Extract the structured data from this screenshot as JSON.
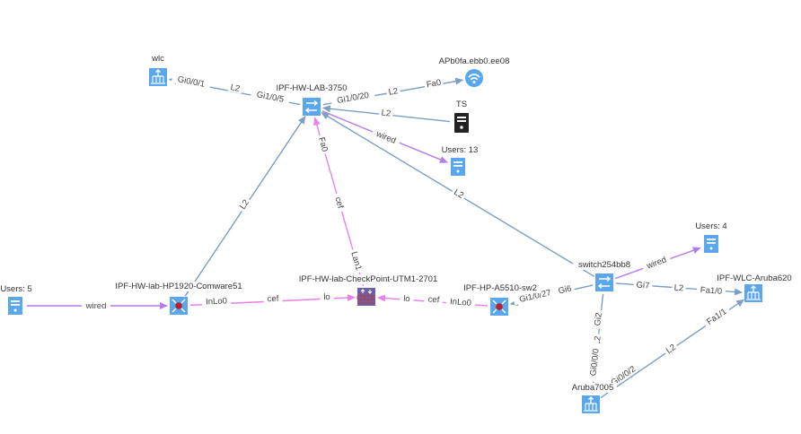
{
  "colors": {
    "l2": "#7c9fc6",
    "wired": "#b57de6",
    "cef": "#ea7ff0",
    "node": "#5aa7ee",
    "node_dark": "#222222",
    "firewall": "#6b5fa8"
  },
  "nodes": [
    {
      "id": "wlc",
      "label": "wlc",
      "icon": "wlc-icon"
    },
    {
      "id": "core",
      "label": "IPF-HW-LAB-3750",
      "icon": "switch-icon"
    },
    {
      "id": "ap",
      "label": "APb0fa.ebb0.ee08",
      "icon": "wifi-icon"
    },
    {
      "id": "ts",
      "label": "TS",
      "icon": "server-icon"
    },
    {
      "id": "users13",
      "label": "Users: 13",
      "icon": "users-icon"
    },
    {
      "id": "users5",
      "label": "Users: 5",
      "icon": "users-icon"
    },
    {
      "id": "hp1920",
      "label": "IPF-HW-lab-HP1920-Comware51",
      "icon": "router-icon"
    },
    {
      "id": "checkpoint",
      "label": "IPF-HW-lab-CheckPoint-UTM1-2701",
      "icon": "firewall-icon"
    },
    {
      "id": "a5510",
      "label": "IPF-HP-A5510-sw2",
      "icon": "router-icon"
    },
    {
      "id": "sw254",
      "label": "switch254bb8",
      "icon": "switch-icon"
    },
    {
      "id": "users4",
      "label": "Users: 4",
      "icon": "users-icon"
    },
    {
      "id": "aruba620",
      "label": "IPF-WLC-Aruba620",
      "icon": "wlc-icon"
    },
    {
      "id": "aruba7005",
      "label": "Aruba7005",
      "icon": "wlc-icon"
    }
  ],
  "links": [
    {
      "from": "core",
      "to": "wlc",
      "kind": "l2",
      "labels": [
        "Gi0/0/1",
        "L2",
        "Gi1/0/5"
      ]
    },
    {
      "from": "core",
      "to": "ap",
      "kind": "l2",
      "labels": [
        "Gi1/0/20",
        "L2",
        "Fa0"
      ]
    },
    {
      "from": "ts",
      "to": "core",
      "kind": "l2",
      "labels": [
        "L2"
      ]
    },
    {
      "from": "core",
      "to": "users13",
      "kind": "wired",
      "labels": [
        "wired"
      ]
    },
    {
      "from": "hp1920",
      "to": "core",
      "kind": "l2",
      "labels": [
        "L2"
      ]
    },
    {
      "from": "sw254",
      "to": "core",
      "kind": "l2",
      "labels": [
        "L2"
      ]
    },
    {
      "from": "checkpoint",
      "to": "core",
      "kind": "cef",
      "labels": [
        "Lan1",
        "cef",
        "Fa0"
      ]
    },
    {
      "from": "users5",
      "to": "hp1920",
      "kind": "wired",
      "labels": [
        "wired"
      ]
    },
    {
      "from": "hp1920",
      "to": "checkpoint",
      "kind": "cef",
      "labels": [
        "InLo0",
        "cef",
        "lo"
      ]
    },
    {
      "from": "a5510",
      "to": "checkpoint",
      "kind": "cef",
      "labels": [
        "InLo0",
        "cef",
        "lo"
      ]
    },
    {
      "from": "sw254",
      "to": "a5510",
      "kind": "l2",
      "labels": [
        "Gi6",
        "Gi1/0/27"
      ]
    },
    {
      "from": "sw254",
      "to": "users4",
      "kind": "wired",
      "labels": [
        "wired"
      ]
    },
    {
      "from": "sw254",
      "to": "aruba620",
      "kind": "l2",
      "labels": [
        "Gi7",
        "L2",
        "Fa1/0"
      ]
    },
    {
      "from": "sw254",
      "to": "aruba7005",
      "kind": "l2",
      "labels": [
        "Gi2",
        "L2",
        "Gi0/0/0"
      ]
    },
    {
      "from": "aruba7005",
      "to": "aruba620",
      "kind": "l2",
      "labels": [
        "Gi0/0/2",
        "L2",
        "Fa1/1"
      ]
    }
  ]
}
